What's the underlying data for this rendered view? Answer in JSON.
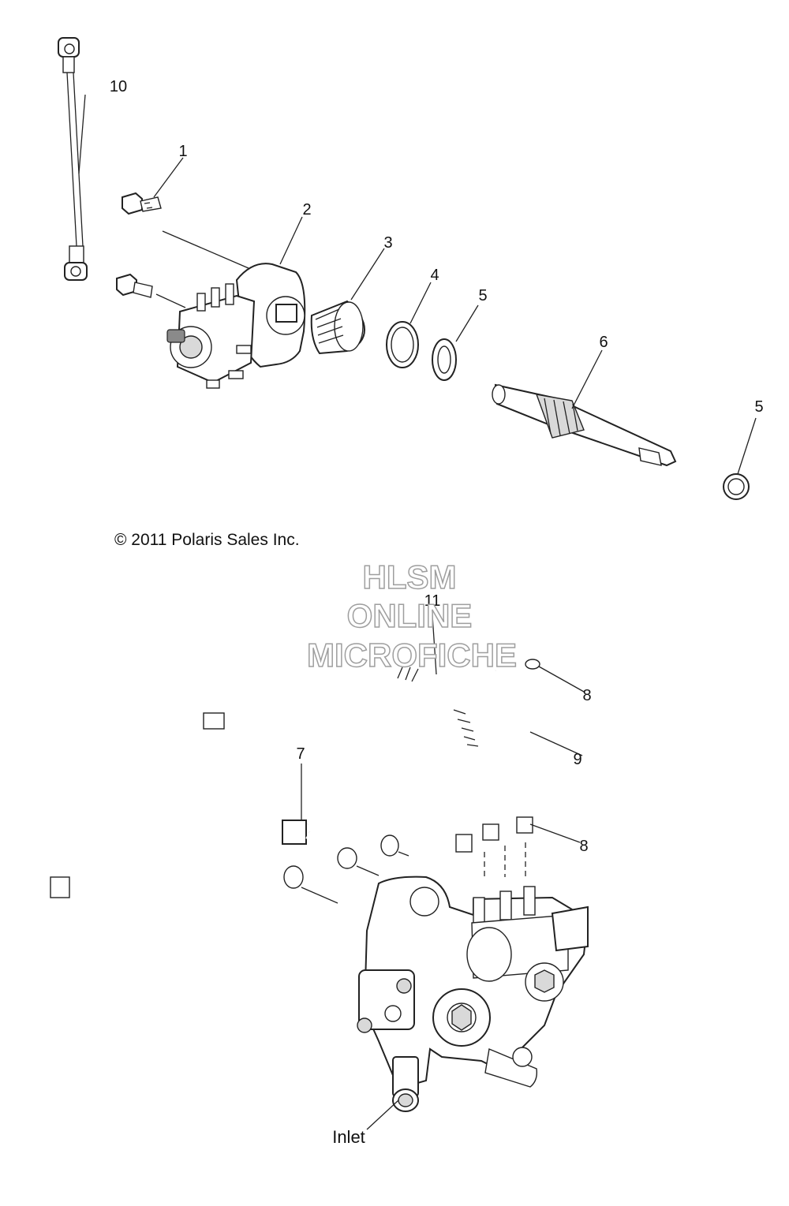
{
  "diagram": {
    "copyright": "© 2011 Polaris Sales Inc.",
    "inlet_label": "Inlet",
    "watermark": {
      "line1": "HLSM",
      "line2": "ONLINE",
      "line3": "MICROFICHE",
      "color": "#9e9e9e"
    },
    "callouts": [
      {
        "id": "1",
        "text": "1"
      },
      {
        "id": "2",
        "text": "2"
      },
      {
        "id": "3",
        "text": "3"
      },
      {
        "id": "4",
        "text": "4"
      },
      {
        "id": "5a",
        "text": "5"
      },
      {
        "id": "6",
        "text": "6"
      },
      {
        "id": "5b",
        "text": "5"
      },
      {
        "id": "10",
        "text": "10"
      },
      {
        "id": "11",
        "text": "11"
      },
      {
        "id": "8a",
        "text": "8"
      },
      {
        "id": "9",
        "text": "9"
      },
      {
        "id": "7",
        "text": "7"
      },
      {
        "id": "8b",
        "text": "8"
      }
    ]
  }
}
